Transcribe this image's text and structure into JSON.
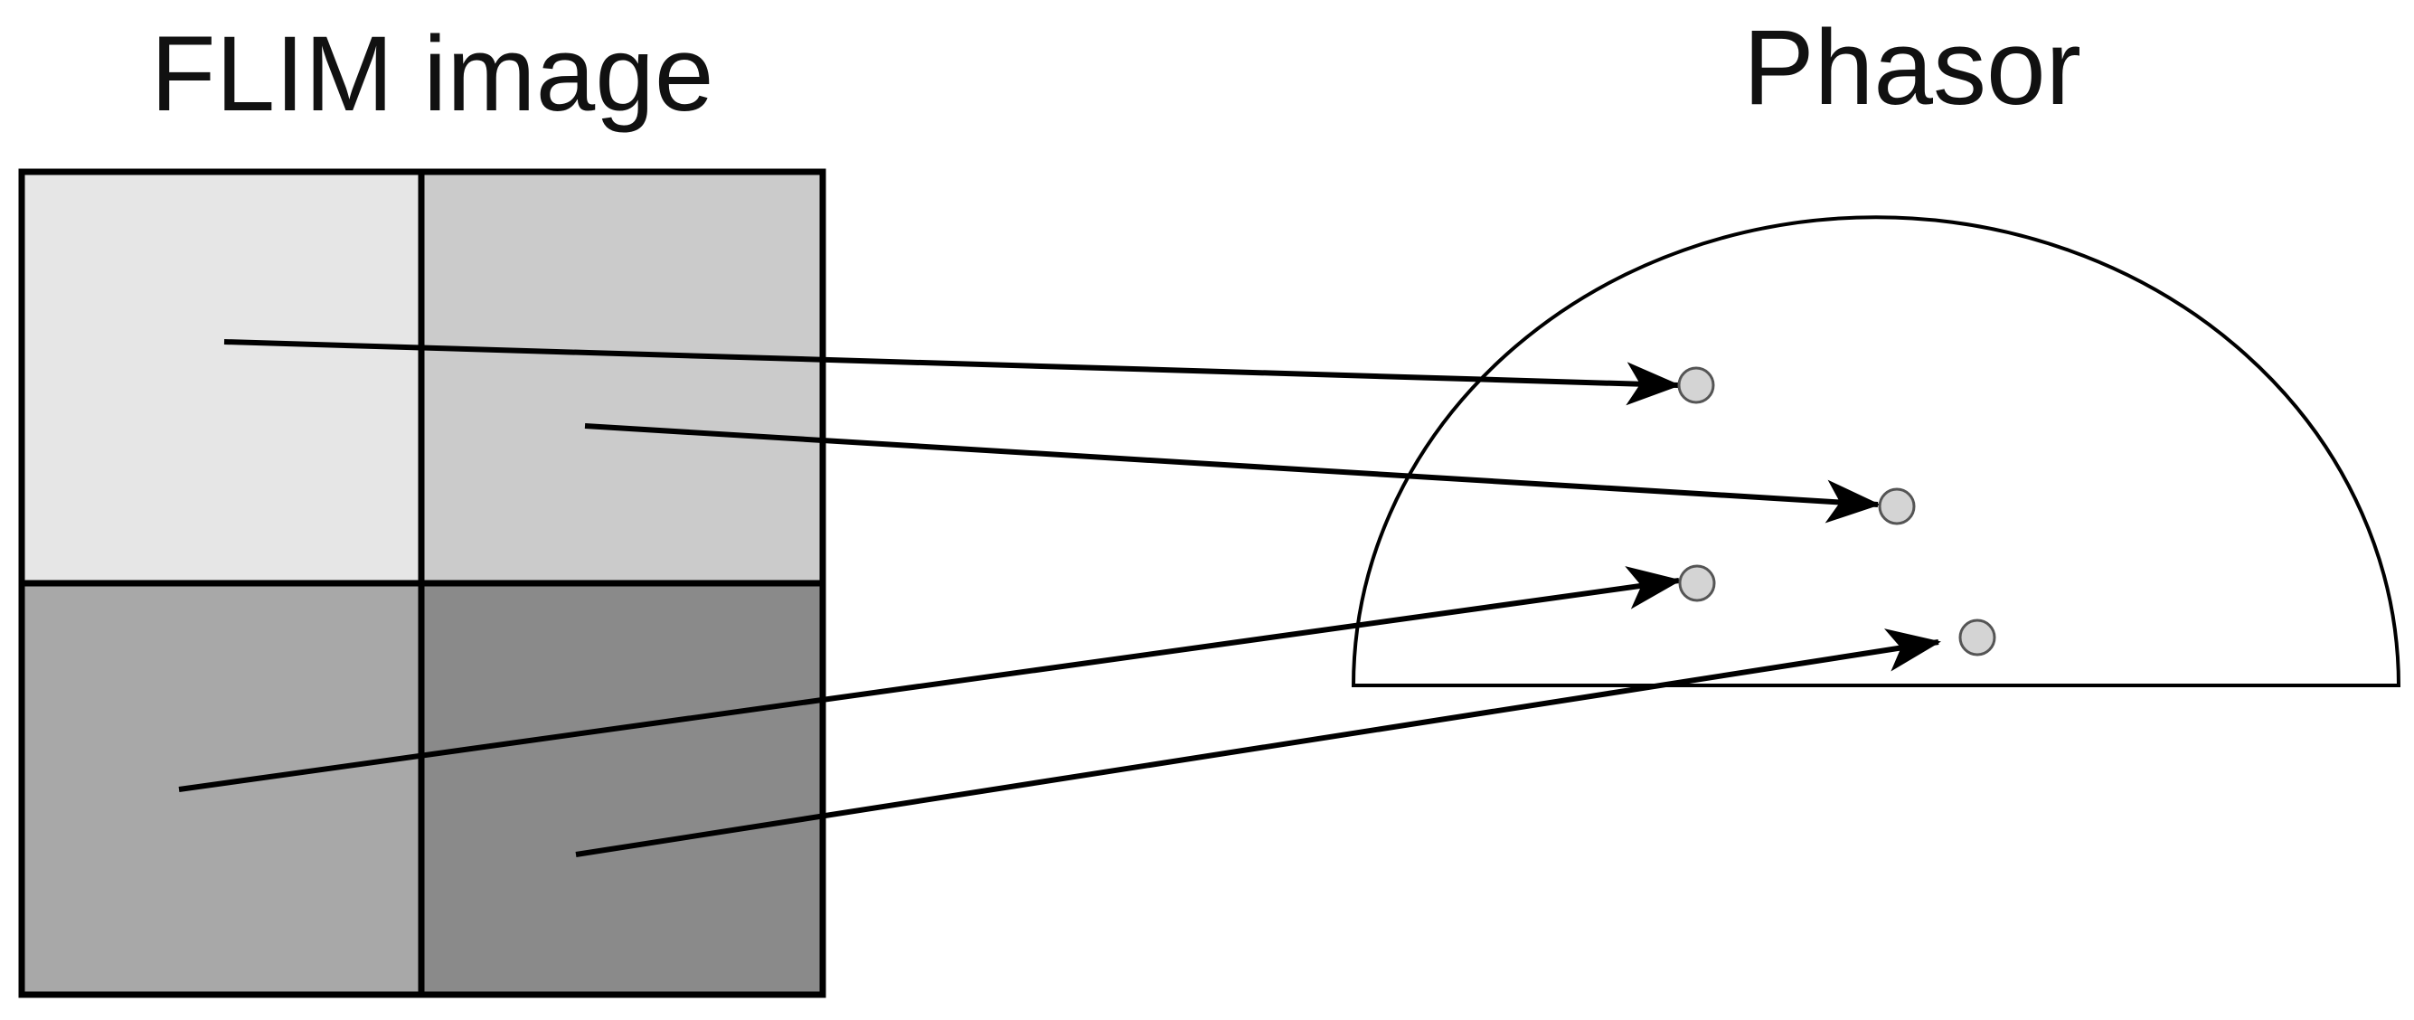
{
  "titles": {
    "flim_image": "FLIM image",
    "phasor": "Phasor"
  },
  "pixels": [
    {
      "id": "top-left",
      "color": "#e6e6e6"
    },
    {
      "id": "top-right",
      "color": "#cbcbcb"
    },
    {
      "id": "bottom-left",
      "color": "#a8a8a8"
    },
    {
      "id": "bottom-right",
      "color": "#8a8a8a"
    }
  ],
  "colors": {
    "outline": "#000000",
    "phasor_fill": "#ffffff",
    "point_fill": "#d4d4d4",
    "point_stroke": "#555555",
    "arrow": "#000000"
  },
  "mappings": [
    {
      "from_pixel": "top-left",
      "to_point": 1
    },
    {
      "from_pixel": "top-right",
      "to_point": 2
    },
    {
      "from_pixel": "bottom-left",
      "to_point": 3
    },
    {
      "from_pixel": "bottom-right",
      "to_point": 4
    }
  ]
}
